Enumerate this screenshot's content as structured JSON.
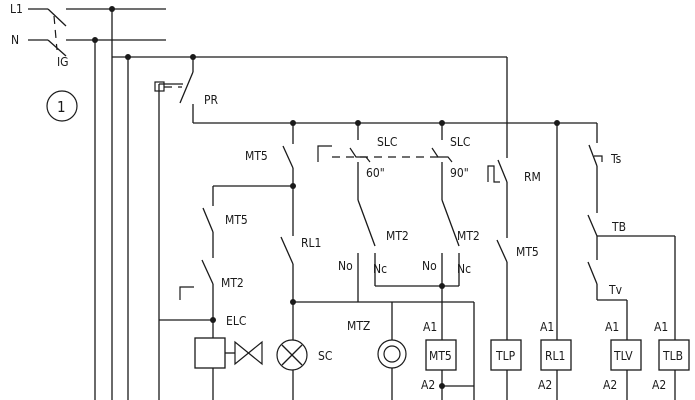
{
  "labels": {
    "l1": "L1",
    "n": "N",
    "ig": "IG",
    "circle_number": "1",
    "pr": "PR",
    "mt5_top": "MT5",
    "slc_left": "SLC",
    "slc_right": "SLC",
    "t60": "60\"",
    "t90": "90\"",
    "rm": "RM",
    "ts": "Ts",
    "tb": "TB",
    "tv": "Tv",
    "mt5_left": "MT5",
    "rl1_contact": "RL1",
    "mt2_a": "MT2",
    "mt2_b": "MT2",
    "mt5_mid": "MT5",
    "no_a": "No",
    "nc_a": "Nc",
    "no_b": "No",
    "nc_b": "Nc",
    "mt2_left": "MT2",
    "elc": "ELC",
    "sc": "SC",
    "mtz": "MTZ",
    "a1_mt5": "A1",
    "a2_mt5": "A2",
    "coil_mt5": "MT5",
    "coil_tlp": "TLP",
    "a1_rl1": "A1",
    "a2_rl1": "A2",
    "coil_rl1": "RL1",
    "a1_tlv": "A1",
    "a2_tlv": "A2",
    "coil_tlv": "TLV",
    "a1_tlb": "A1",
    "a2_tlb": "A2",
    "coil_tlb": "TLB"
  }
}
